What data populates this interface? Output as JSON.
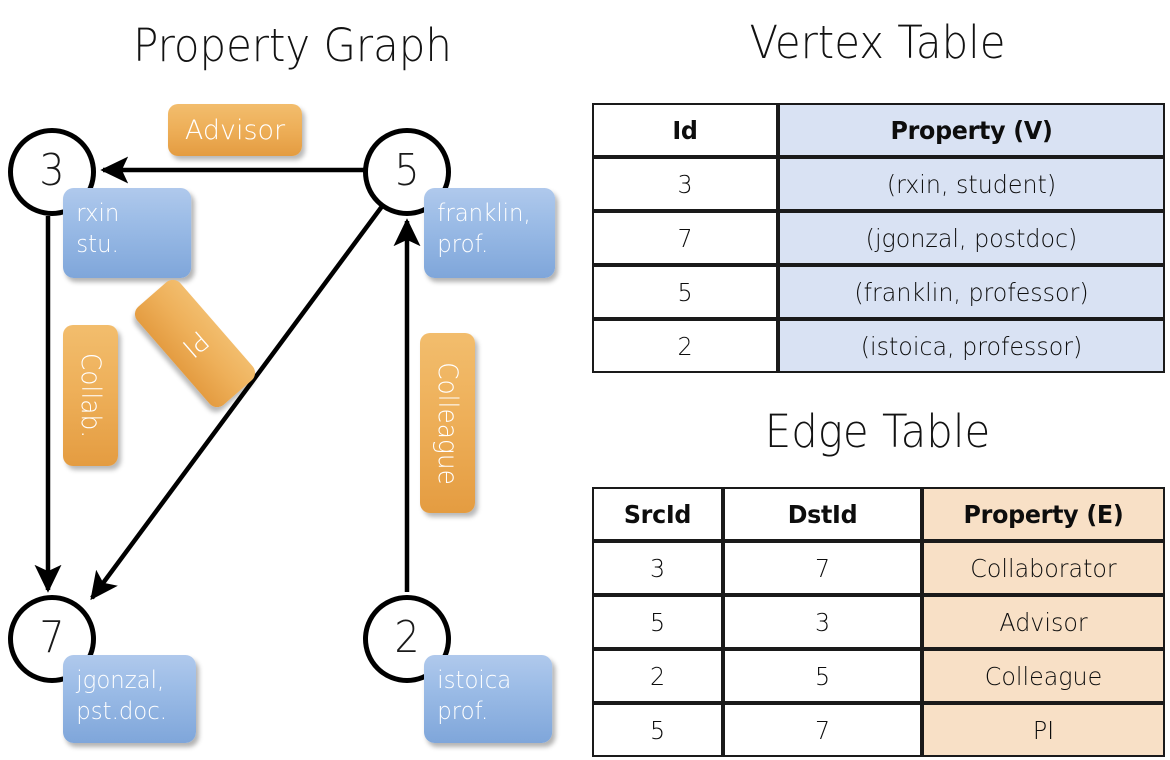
{
  "titles": {
    "property_graph": "Property Graph",
    "vertex_table": "Vertex Table",
    "edge_table": "Edge Table"
  },
  "colors": {
    "vertex_property_cell": "#d9e2f3",
    "edge_property_cell": "#f8e0c6",
    "node_box_blue": "#9dbde7",
    "edge_label_orange": "#eeb05a",
    "stroke": "#000000",
    "background": "#ffffff"
  },
  "graph": {
    "nodes": [
      {
        "id": "3",
        "prop_line1": "rxin",
        "prop_line2": "stu."
      },
      {
        "id": "5",
        "prop_line1": "franklin,",
        "prop_line2": "prof."
      },
      {
        "id": "7",
        "prop_line1": "jgonzal,",
        "prop_line2": "pst.doc."
      },
      {
        "id": "2",
        "prop_line1": "istoica",
        "prop_line2": "prof."
      }
    ],
    "edge_labels": [
      {
        "name": "advisor",
        "text": "Advisor",
        "orientation": "horizontal"
      },
      {
        "name": "collab",
        "text": "Collab.",
        "orientation": "vertical"
      },
      {
        "name": "pi",
        "text": "PI",
        "orientation": "diagonal"
      },
      {
        "name": "colleague",
        "text": "Colleague",
        "orientation": "vertical"
      }
    ],
    "edges": [
      {
        "from": "5",
        "to": "3",
        "label": "Advisor"
      },
      {
        "from": "3",
        "to": "7",
        "label": "Collab."
      },
      {
        "from": "5",
        "to": "7",
        "label": "PI"
      },
      {
        "from": "2",
        "to": "5",
        "label": "Colleague"
      }
    ]
  },
  "vertex_table": {
    "headers": [
      "Id",
      "Property (V)"
    ],
    "rows": [
      {
        "id": "3",
        "property": "(rxin, student)"
      },
      {
        "id": "7",
        "property": "(jgonzal, postdoc)"
      },
      {
        "id": "5",
        "property": "(franklin, professor)"
      },
      {
        "id": "2",
        "property": "(istoica, professor)"
      }
    ]
  },
  "edge_table": {
    "headers": [
      "SrcId",
      "DstId",
      "Property (E)"
    ],
    "rows": [
      {
        "src": "3",
        "dst": "7",
        "property": "Collaborator"
      },
      {
        "src": "5",
        "dst": "3",
        "property": "Advisor"
      },
      {
        "src": "2",
        "dst": "5",
        "property": "Colleague"
      },
      {
        "src": "5",
        "dst": "7",
        "property": "PI"
      }
    ]
  }
}
